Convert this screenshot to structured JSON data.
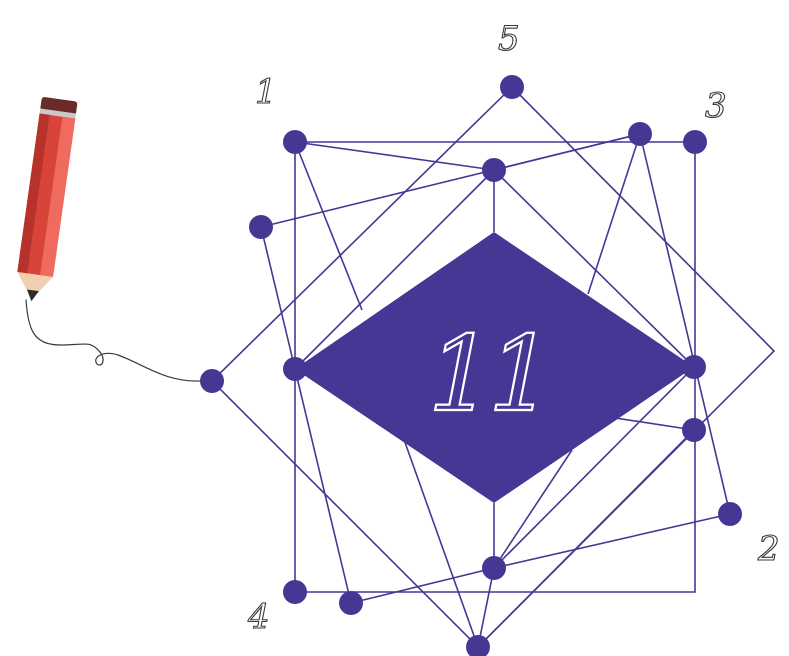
{
  "center_value": "11",
  "corner_labels": {
    "top_left": "1",
    "right": "2",
    "top_right": "3",
    "bottom_left": "4",
    "top": "5"
  },
  "colors": {
    "primary": "#483695",
    "pencil_red": "#d8443a",
    "pencil_dark": "#6b2a2a",
    "tip": "#2b2b2b",
    "background": "#ffffff"
  },
  "icons": {
    "pencil": "pencil-icon",
    "cord": "pencil-cord"
  }
}
